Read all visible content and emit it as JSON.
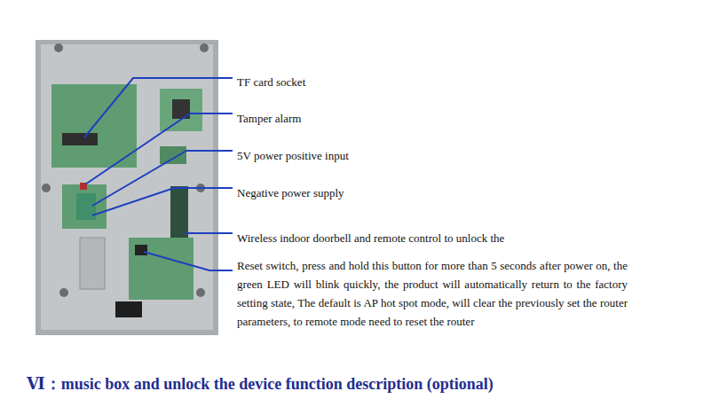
{
  "diagram": {
    "title": "Ⅵ：music box and unlock the device function description (optional)",
    "labels": [
      "TF card socket",
      "Tamper alarm",
      "5V power positive input",
      "Negative power supply",
      "Wireless indoor doorbell and remote control to unlock the",
      "Reset switch, press and hold this button for more than 5 seconds after power on, the green LED will blink quickly, the product will automatically return to the factory setting state, The default is AP hot spot mode, will clear the previously set the router parameters, to remote mode need to reset the router"
    ]
  }
}
